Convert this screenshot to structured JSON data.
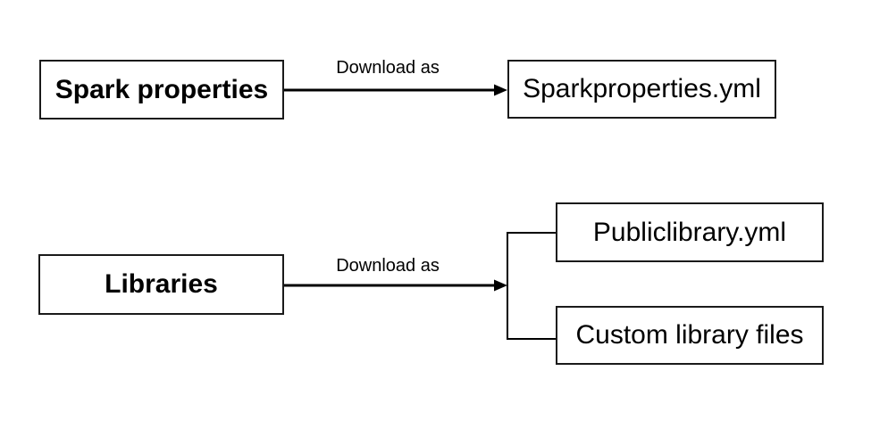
{
  "diagram": {
    "nodes": [
      {
        "id": "spark-properties",
        "label": "Spark properties",
        "emphasis": "bold"
      },
      {
        "id": "sparkproperties-yml",
        "label": "Sparkproperties.yml",
        "emphasis": "regular"
      },
      {
        "id": "libraries",
        "label": "Libraries",
        "emphasis": "bold"
      },
      {
        "id": "publiclibrary-yml",
        "label": "Publiclibrary.yml",
        "emphasis": "regular"
      },
      {
        "id": "custom-library-files",
        "label": "Custom library files",
        "emphasis": "regular"
      }
    ],
    "edges": [
      {
        "from": "spark-properties",
        "to": [
          "sparkproperties-yml"
        ],
        "label": "Download as"
      },
      {
        "from": "libraries",
        "to": [
          "publiclibrary-yml",
          "custom-library-files"
        ],
        "label": "Download as"
      }
    ],
    "colors": {
      "background": "#ffffff",
      "line": "#000000",
      "box_border": "#1a1a1a",
      "text": "#000000"
    }
  }
}
